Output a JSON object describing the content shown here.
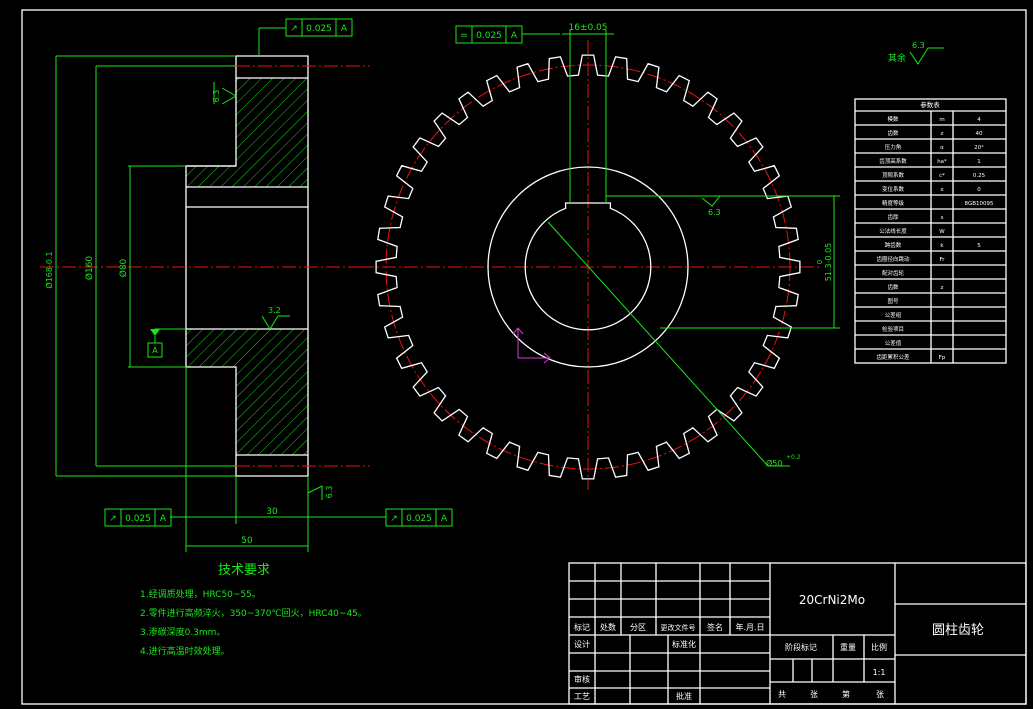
{
  "drawing": {
    "section_dims": {
      "tip_dia": "Ø168-0.1",
      "pitch_dia": "Ø160",
      "bore_dia": "Ø80",
      "face_width": "30",
      "hub_width": "50",
      "roughness_rim": "6.3",
      "roughness_bore": "3.2",
      "roughness_face": "6.3"
    },
    "fcf": [
      {
        "sym": "↗",
        "val": "0.025",
        "datum": "A"
      },
      {
        "sym": "↗",
        "val": "0.025",
        "datum": "A"
      },
      {
        "sym": "↗",
        "val": "0.025",
        "datum": "A"
      },
      {
        "sym": "=",
        "val": "0.025",
        "datum": "A"
      }
    ],
    "datum_label": "A",
    "front_dims": {
      "keyway_width": "16±0.05",
      "keyway_depth": "51.3-0.05",
      "keyway_depth_tol": "0",
      "hub_dia": "Ø50",
      "hub_dia_tol": "+0.2",
      "roughness_key": "6.3"
    },
    "general_roughness": {
      "value": "6.3",
      "label": "其余"
    },
    "gear": {
      "teeth": 40
    }
  },
  "tech": {
    "title": "技术要求",
    "items": [
      "1.经调质处理，HRC50~55。",
      "2.零件进行高频淬火，350~370℃回火，HRC40~45。",
      "3.渗碳深度0.3mm。",
      "4.进行高温时效处理。"
    ]
  },
  "title_block": {
    "material": "20CrNi2Mo",
    "part_name": "圆柱齿轮",
    "rev_headers": [
      "标记",
      "处数",
      "分区",
      "更改文件号",
      "签名",
      "年.月.日"
    ],
    "role_labels": [
      "设计",
      "审核",
      "工艺"
    ],
    "std_label": "标准化",
    "approve_label": "批准",
    "stage_label": "阶段标记",
    "weight_label": "重量",
    "scale_label": "比例",
    "scale_value": "1:1",
    "sheet_total": "共",
    "sheet_unit": "张",
    "sheet_no": "第",
    "sheet_unit2": "张"
  },
  "param_table": {
    "header": "参数表",
    "rows": [
      {
        "name": "模数",
        "sym": "m",
        "val": "4"
      },
      {
        "name": "齿数",
        "sym": "z",
        "val": "40"
      },
      {
        "name": "压力角",
        "sym": "α",
        "val": "20°"
      },
      {
        "name": "齿顶高系数",
        "sym": "ha*",
        "val": "1"
      },
      {
        "name": "顶隙系数",
        "sym": "c*",
        "val": "0.25"
      },
      {
        "name": "变位系数",
        "sym": "x",
        "val": "0"
      },
      {
        "name": "精度等级",
        "sym": "",
        "val": "8GB10095"
      },
      {
        "name": "齿厚",
        "sym": "s",
        "val": ""
      },
      {
        "name": "公法线长度",
        "sym": "W",
        "val": ""
      },
      {
        "name": "跨齿数",
        "sym": "k",
        "val": "5"
      },
      {
        "name": "齿圈径向跳动",
        "sym": "Fr",
        "val": ""
      },
      {
        "name": "配对齿轮",
        "sym": "",
        "val": ""
      },
      {
        "name": "齿数",
        "sym": "z",
        "val": ""
      },
      {
        "name": "图号",
        "sym": "",
        "val": ""
      },
      {
        "name": "公差组",
        "sym": "",
        "val": ""
      },
      {
        "name": "检验项目",
        "sym": "",
        "val": ""
      },
      {
        "name": "公差值",
        "sym": "",
        "val": ""
      },
      {
        "name": "齿距累积公差",
        "sym": "Fp",
        "val": ""
      }
    ]
  }
}
